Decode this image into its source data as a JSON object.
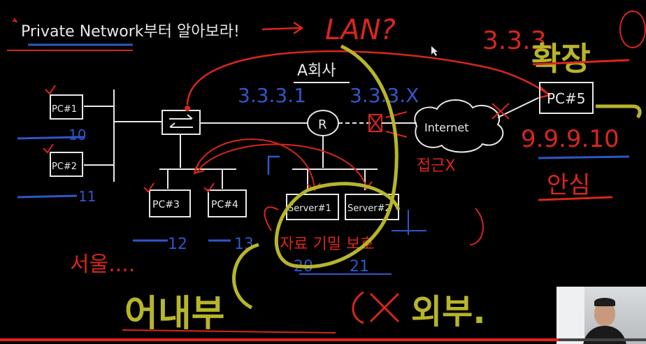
{
  "title": "Private Network부터 알아보라!",
  "lan_label": "LAN?",
  "company_label": "A회사",
  "ip_router_left": "3.3.3.1",
  "ip_router_right": "3.3.3.X",
  "router_label": "R",
  "internet_label": "Internet",
  "access_label": "접근X",
  "expand_label": "확장",
  "top_right_ip": "3.3.3.",
  "pc5_ip": "9.9.9.10",
  "security_label": "안심",
  "seoul_label": "서울....",
  "inside_label": "어내부",
  "outside_label": "외부.",
  "devices": {
    "pc1": "PC#1",
    "pc2": "PC#2",
    "pc3": "PC#3",
    "pc4": "PC#4",
    "pc5": "PC#5",
    "server1": "Server#1",
    "server2": "Server#2"
  },
  "host_numbers": {
    "pc1": "10",
    "pc2": "11",
    "pc3": "12",
    "pc4": "13",
    "server1": "20",
    "server2": "21"
  },
  "server_note": "자료 기밀 보호",
  "colors": {
    "background": "#000000",
    "chalk_white": "#e8e8e8",
    "chalk_red": "#d9261c",
    "chalk_blue": "#2f57c8",
    "chalk_yellow": "#b7b52a",
    "progress": "#e62117"
  },
  "video_progress": 0.865
}
